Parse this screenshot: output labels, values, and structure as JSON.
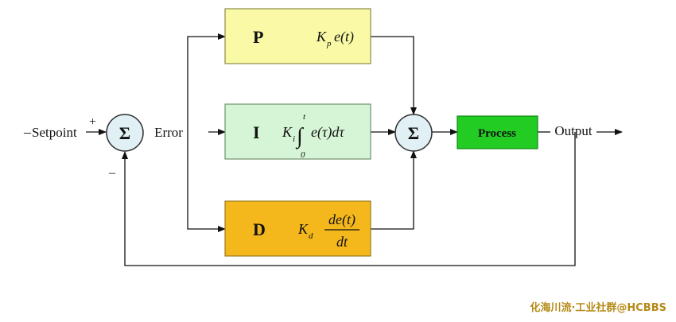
{
  "diagram": {
    "input_label": "Setpoint",
    "input_dash": "–",
    "plus_sign": "+",
    "minus_sign": "–",
    "summer_symbol": "Σ",
    "error_label": "Error",
    "output_label": "Output",
    "blocks": {
      "p": {
        "letter": "P",
        "k": "K",
        "k_sub": "p",
        "expr": "e(t)",
        "color": "#fafaa6"
      },
      "i": {
        "letter": "I",
        "k": "K",
        "k_sub": "i",
        "integral": "∫",
        "upper": "t",
        "lower": "0",
        "expr": "e(τ)dτ",
        "color": "#d6f5d6"
      },
      "d": {
        "letter": "D",
        "k": "K",
        "k_sub": "d",
        "num": "de(t)",
        "den": "dt",
        "color": "#f5b81c"
      }
    },
    "process": {
      "label": "Process",
      "color": "#22cc22"
    },
    "summer_color": "#e0f0f5",
    "watermark": "化海川流·工业社群@HCBBS"
  }
}
